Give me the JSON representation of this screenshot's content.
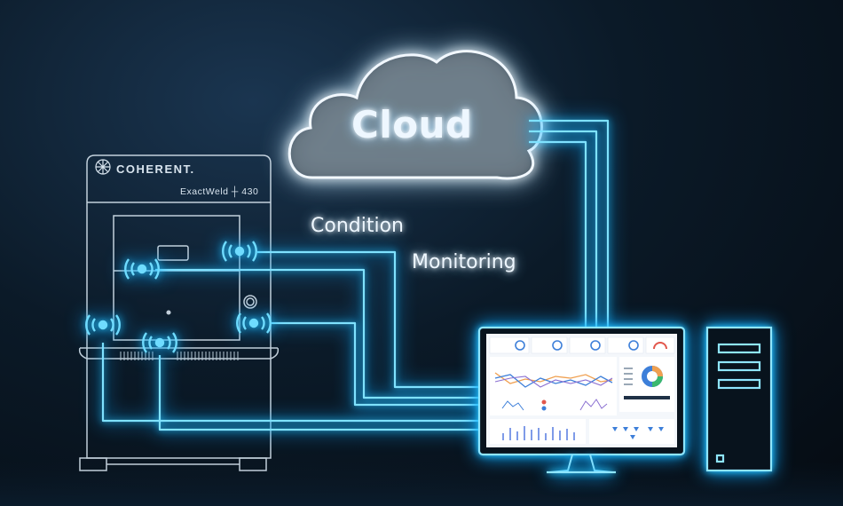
{
  "cloud": {
    "label": "Cloud"
  },
  "caption": {
    "line1": "Condition",
    "line2": "Monitoring"
  },
  "machine": {
    "brand": "COHERENT.",
    "model": "ExactWeld ┼ 430"
  },
  "colors": {
    "link": "#29c8ff",
    "outline": "#d6e3ee",
    "dashboard_accent": "#3d7fd9"
  }
}
